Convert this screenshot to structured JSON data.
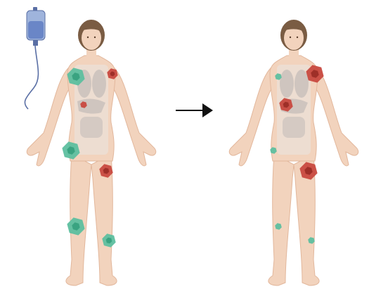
{
  "colors": {
    "background": "#ffffff",
    "skin": "#f2d3bd",
    "skin_shadow": "#e2b79c",
    "hair": "#7a5c43",
    "organ": "#c9c3c0",
    "organ_overlay": "#ebe4df",
    "tumor_sensitive": "#5dbf9f",
    "tumor_sensitive_core": "#3aa381",
    "tumor_resistant": "#c8493f",
    "tumor_resistant_core": "#9e2f28",
    "iv_bag": "#9fb4dc",
    "iv_fluid": "#5d7bc2",
    "iv_line": "#5a6fa5",
    "arrow": "#111111"
  },
  "figures": [
    {
      "id": "before-treatment",
      "tumors": [
        {
          "type": "sensitive",
          "site": "chest-left",
          "size": "large"
        },
        {
          "type": "resistant",
          "site": "chest-right",
          "size": "small"
        },
        {
          "type": "resistant",
          "site": "liver",
          "size": "tiny"
        },
        {
          "type": "sensitive",
          "site": "hip-left",
          "size": "large"
        },
        {
          "type": "resistant",
          "site": "thigh-right",
          "size": "medium"
        },
        {
          "type": "sensitive",
          "site": "knee-left",
          "size": "large"
        },
        {
          "type": "sensitive",
          "site": "calf-right",
          "size": "medium"
        }
      ]
    },
    {
      "id": "after-treatment",
      "tumors": [
        {
          "type": "sensitive",
          "site": "chest-left",
          "size": "tiny"
        },
        {
          "type": "resistant",
          "site": "chest-right",
          "size": "large"
        },
        {
          "type": "resistant",
          "site": "liver",
          "size": "medium"
        },
        {
          "type": "sensitive",
          "site": "hip-left",
          "size": "tiny"
        },
        {
          "type": "resistant",
          "site": "thigh-right",
          "size": "large"
        },
        {
          "type": "sensitive",
          "site": "knee-left",
          "size": "tiny"
        },
        {
          "type": "sensitive",
          "site": "calf-right",
          "size": "tiny"
        }
      ]
    }
  ],
  "iv_drip": {
    "present": true,
    "icon": "iv-bag-icon"
  },
  "transition": {
    "icon": "right-arrow-icon"
  }
}
